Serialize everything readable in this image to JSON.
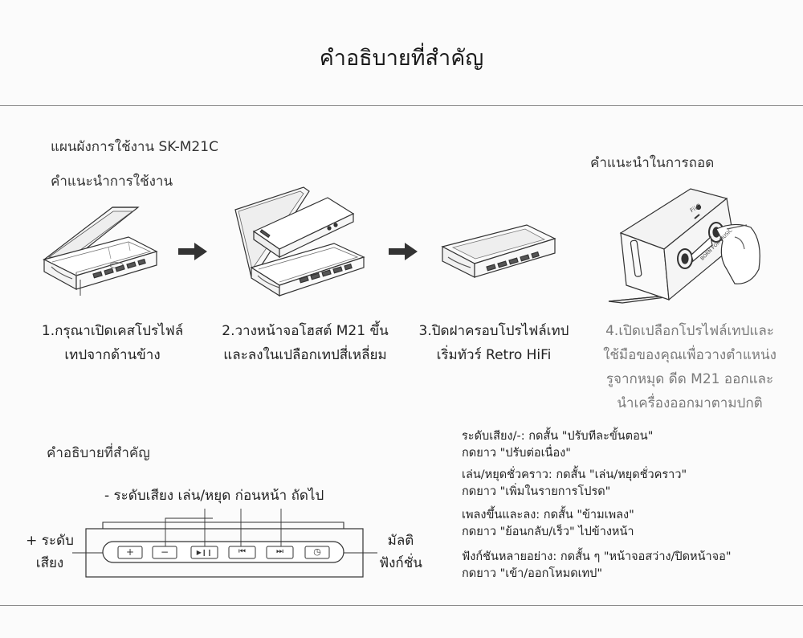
{
  "title": "คำอธิบายที่สำคัญ",
  "diagram_heading": "แผนผังการใช้งาน SK-M21C",
  "usage_heading": "คำแนะนำการใช้งาน",
  "removal_heading": "คำแนะนำในการถอด",
  "steps": [
    {
      "lines": [
        "1.กรุณาเปิดเคสโปรไฟล์",
        "เทปจากด้านข้าง"
      ]
    },
    {
      "lines": [
        "2.วางหน้าจอโฮสต์ M21 ขึ้น",
        "และลงในเปลือกเทปสี่เหลี่ยม"
      ]
    },
    {
      "lines": [
        "3.ปิดฝาครอบโปรไฟล์เทป",
        "เริ่มทัวร์ Retro HiFi"
      ]
    },
    {
      "lines": [
        "4.เปิดเปลือกโปรไฟล์เทปและ",
        "ใช้มือของคุณเพื่อวางตำแหน่ง",
        "รูจากหมุด ดีด M21 ออกและ",
        "นำเครื่องออกมาตามปกติ"
      ]
    }
  ],
  "buttons_heading": "คำอธิบายที่สำคัญ",
  "button_labels": {
    "top_row": "- ระดับเสียง เล่น/หยุด ก่อนหน้า ถัดไป",
    "left": [
      "+ ระดับ",
      "เสียง"
    ],
    "right": [
      "มัลติ",
      "ฟังก์ชั่น"
    ]
  },
  "button_glyphs": {
    "plus": "+",
    "minus": "−",
    "play": "▶❙❙",
    "prev": "⏮",
    "next": "⏭",
    "power": "◷"
  },
  "descriptions": [
    [
      "ระดับเสียง/-: กดสั้น \"ปรับทีละขั้นตอน\"",
      "กดยาว \"ปรับต่อเนื่อง\""
    ],
    [
      "เล่น/หยุดชั่วคราว: กดสั้น \"เล่น/หยุดชั่วคราว\"",
      "กดยาว \"เพิ่มในรายการโปรด\""
    ],
    [
      "เพลงขึ้นและลง: กดสั้น \"ข้ามเพลง\"",
      "กดยาว \"ย้อนกลับ/เร็ว\" ไปข้างหน้า"
    ],
    [
      "ฟังก์ชันหลายอย่าง: กดสั้น ๆ \"หน้าจอสว่าง/ปิดหน้าจอ\"",
      "กดยาว \"เข้า/ออกโหมดเทป\""
    ]
  ],
  "device_labels": {
    "brand": "FiiO",
    "slogan": "BORN FOR MUSIC"
  },
  "colors": {
    "background": "#fbfbfb",
    "rule": "#8a8a8a",
    "step4_text": "#7a7a7a",
    "arrow": "#333333"
  }
}
